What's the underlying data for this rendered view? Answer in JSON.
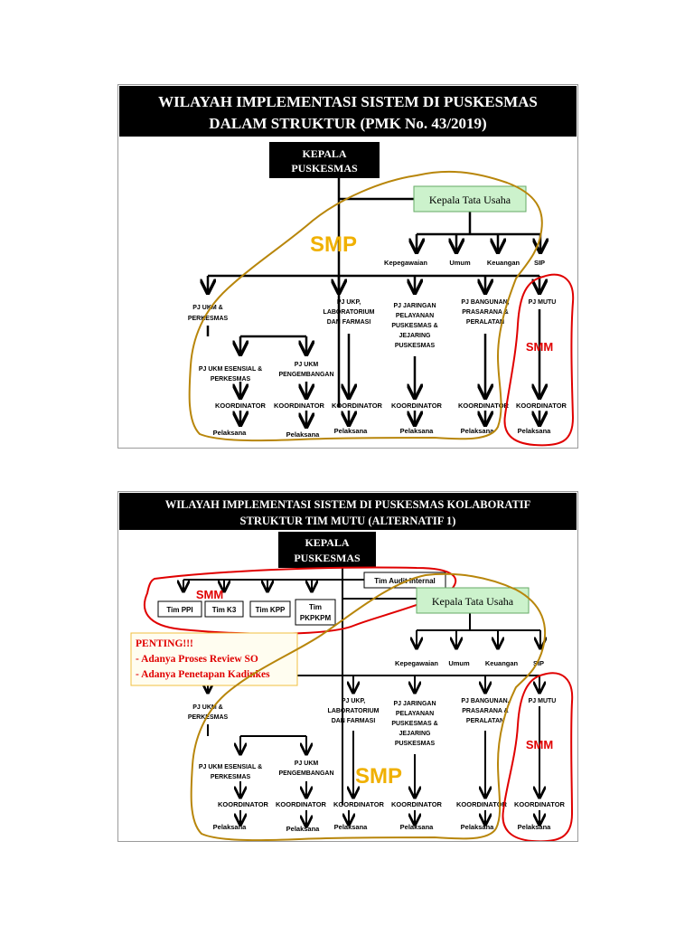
{
  "slide1": {
    "title_line1": "WILAYAH IMPLEMENTASI  SISTEM DI PUSKESMAS",
    "title_line2": "DALAM STRUKTUR (PMK No. 43/2019)",
    "head_line1": "KEPALA",
    "head_line2": "PUSKESMAS",
    "tata_usaha": "Kepala Tata Usaha",
    "smp": "SMP",
    "smm": "SMM",
    "sub_units": [
      "Kepegawaian",
      "Umum",
      "Keuangan",
      "SIP"
    ],
    "pj_ukm": [
      "PJ UKM &",
      "PERKESMAS"
    ],
    "pj_ukp": [
      "PJ UKP,",
      "LABORATORIUM",
      "DAN FARMASI"
    ],
    "pj_jaringan": [
      "PJ JARINGAN",
      "PELAYANAN",
      "PUSKESMAS &",
      "JEJARING",
      "PUSKESMAS"
    ],
    "pj_bangunan": [
      "PJ BANGUNAN,",
      "PRASARANA &",
      "PERALATAN"
    ],
    "pj_mutu": "PJ MUTU",
    "pj_esensial": [
      "PJ UKM ESENSIAL &",
      "PERKESMAS"
    ],
    "pj_pengembangan": [
      "PJ UKM",
      "PENGEMBANGAN"
    ],
    "koordinator": "KOORDINATOR",
    "pelaksana": "Pelaksana"
  },
  "slide2": {
    "title_line1": "WILAYAH IMPLEMENTASI  SISTEM DI PUSKESMAS KOLABORATIF",
    "title_line2": "STRUKTUR TIM MUTU (ALTERNATIF 1)",
    "head_line1": "KEPALA",
    "head_line2": "PUSKESMAS",
    "tim_audit": "Tim Audit Internal",
    "teams": [
      "Tim PPI",
      "Tim K3",
      "Tim KPP"
    ],
    "tim_pkpkpm": [
      "Tim",
      "PKPKPM"
    ],
    "tata_usaha": "Kepala Tata Usaha",
    "smm": "SMM",
    "smp": "SMP",
    "penting": [
      "PENTING!!!",
      "- Adanya Proses Review SO",
      "- Adanya Penetapan Kadinkes"
    ],
    "sub_units": [
      "Kepegawaian",
      "Umum",
      "Keuangan",
      "SIP"
    ],
    "pj_ukm": [
      "PJ UKM &",
      "PERKESMAS"
    ],
    "pj_ukp": [
      "PJ UKP,",
      "LABORATORIUM",
      "DAN FARMASI"
    ],
    "pj_jaringan": [
      "PJ JARINGAN",
      "PELAYANAN",
      "PUSKESMAS &",
      "JEJARING",
      "PUSKESMAS"
    ],
    "pj_bangunan": [
      "PJ BANGUNAN,",
      "PRASARANA &",
      "PERALATAN"
    ],
    "pj_mutu": "PJ MUTU",
    "pj_esensial": [
      "PJ UKM ESENSIAL &",
      "PERKESMAS"
    ],
    "pj_pengembangan": [
      "PJ UKM",
      "PENGEMBANGAN"
    ],
    "koordinator": "KOORDINATOR",
    "pelaksana": "Pelaksana"
  },
  "colors": {
    "title_bg": "#000000",
    "tata_usaha_bg": "#ccf2cc",
    "smp_outline": "#b8860b",
    "smp_text": "#f0b000",
    "smm_red": "#e00000",
    "penting_border": "#f0c040"
  }
}
